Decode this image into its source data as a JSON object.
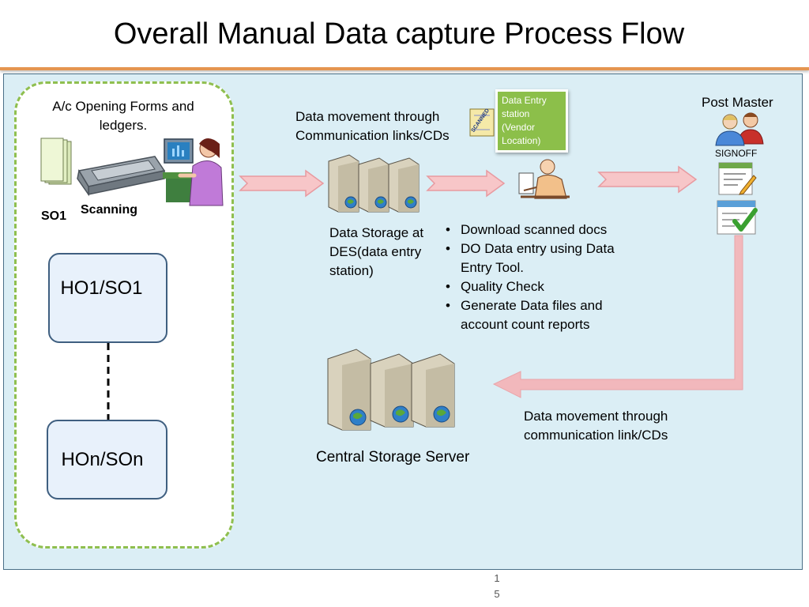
{
  "title": "Overall Manual Data capture Process Flow",
  "forms_label": "A/c Opening Forms and ledgers.",
  "so1_label": "SO1",
  "scanning_label": "Scanning",
  "nodes": {
    "ho1": "HO1/SO1",
    "hon": "HOn/SOn"
  },
  "movement_top": "Data movement through Communication links/CDs",
  "scanned_stamp": "SCANNED",
  "data_entry_station": "Data Entry station (Vendor Location)",
  "data_storage_label": "Data Storage at DES(data entry station)",
  "tasks": [
    "Download scanned docs",
    "DO Data entry  using Data Entry Tool.",
    "Quality Check",
    "Generate Data files and account count reports"
  ],
  "post_master_label": "Post Master",
  "signoff_label": "SIGNOFF",
  "central_storage_label": "Central Storage Server",
  "movement_bottom": "Data movement through communication link/CDs",
  "page_number": "1 5",
  "colors": {
    "title_rule": "#e59550",
    "panel": "#dbeef5",
    "dashed_border": "#8fbf4f",
    "arrow_fill": "#f7c6c8",
    "arrow_stroke": "#e89aa0",
    "green_box": "#8cbf4a"
  },
  "icons": [
    "paper-stack-icon",
    "scanner-icon",
    "woman-at-computer-icon",
    "server-rack-icon",
    "scanned-document-icon",
    "man-at-desk-icon",
    "users-icon",
    "signoff-document-icon",
    "approved-document-icon"
  ]
}
